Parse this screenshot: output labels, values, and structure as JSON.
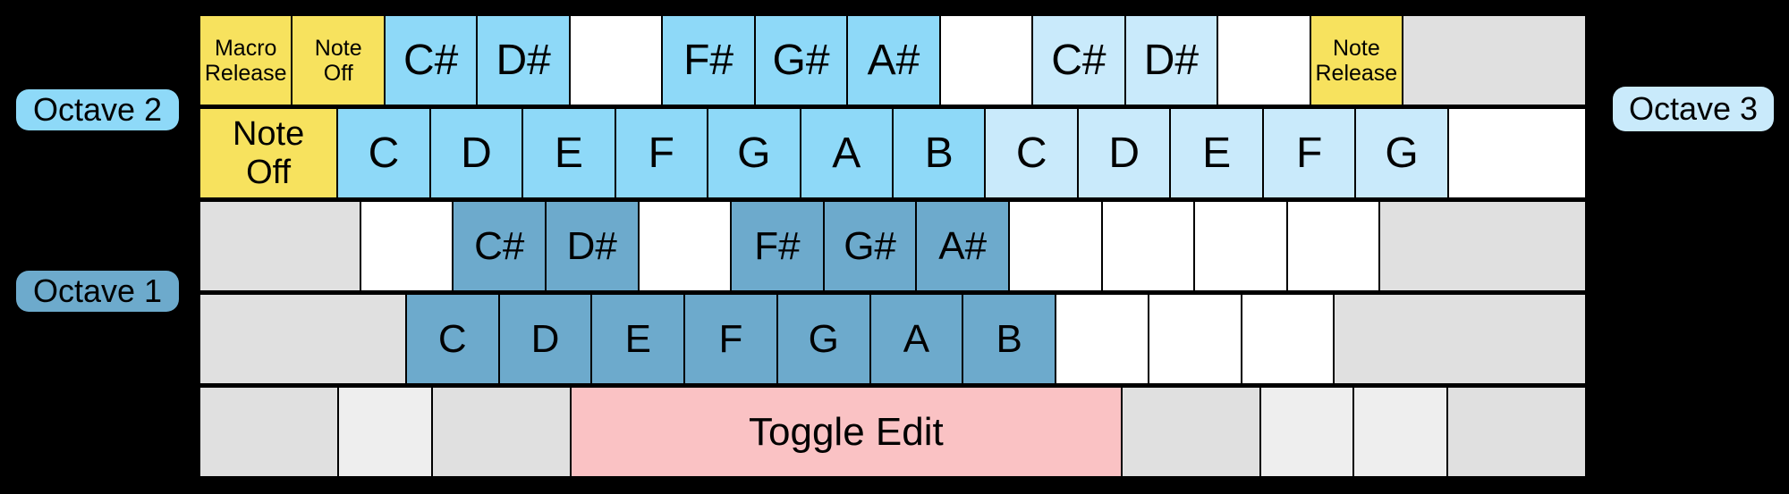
{
  "colors": {
    "bg": "#000000",
    "text": "#000000",
    "macro": "#F7E25E",
    "oct2": "#8ED9F8",
    "oct3": "#C9EAFB",
    "oct1": "#6DAACC",
    "blank": "#FFFFFF",
    "mod": "#E0E0E0",
    "mod2": "#EEEEEE",
    "edit": "#FAC2C4"
  },
  "octave_labels": {
    "octave2": "Octave 2",
    "octave1": "Octave 1",
    "octave3": "Octave 3"
  },
  "keyboard": {
    "rows": [
      {
        "name": "row-number",
        "keys": [
          {
            "label": "Macro\nRelease",
            "type": "macro",
            "w": 1,
            "fs": "xs",
            "name": "key-macro-release"
          },
          {
            "label": "Note\nOff",
            "type": "macro",
            "w": 1,
            "fs": "xs",
            "name": "key-note-off"
          },
          {
            "label": "C#",
            "type": "oct2",
            "w": 1,
            "name": "key-c-sharp-oct2"
          },
          {
            "label": "D#",
            "type": "oct2",
            "w": 1,
            "name": "key-d-sharp-oct2"
          },
          {
            "label": "",
            "type": "blank",
            "w": 1,
            "name": "key-unmapped"
          },
          {
            "label": "F#",
            "type": "oct2",
            "w": 1,
            "name": "key-f-sharp-oct2"
          },
          {
            "label": "G#",
            "type": "oct2",
            "w": 1,
            "name": "key-g-sharp-oct2"
          },
          {
            "label": "A#",
            "type": "oct2",
            "w": 1,
            "name": "key-a-sharp-oct2"
          },
          {
            "label": "",
            "type": "blank",
            "w": 1,
            "name": "key-unmapped"
          },
          {
            "label": "C#",
            "type": "oct3",
            "w": 1,
            "name": "key-c-sharp-oct3"
          },
          {
            "label": "D#",
            "type": "oct3",
            "w": 1,
            "name": "key-d-sharp-oct3"
          },
          {
            "label": "",
            "type": "blank",
            "w": 1,
            "name": "key-unmapped"
          },
          {
            "label": "Note\nRelease",
            "type": "macro",
            "w": 1,
            "fs": "xs",
            "name": "key-note-release"
          },
          {
            "label": "",
            "type": "mod",
            "w": 2,
            "name": "key-modifier"
          }
        ]
      },
      {
        "name": "row-top",
        "keys": [
          {
            "label": "Note\nOff",
            "type": "macro",
            "w": 1.5,
            "fs": "md",
            "name": "key-note-off"
          },
          {
            "label": "C",
            "type": "oct2",
            "w": 1,
            "name": "key-c-oct2"
          },
          {
            "label": "D",
            "type": "oct2",
            "w": 1,
            "name": "key-d-oct2"
          },
          {
            "label": "E",
            "type": "oct2",
            "w": 1,
            "name": "key-e-oct2"
          },
          {
            "label": "F",
            "type": "oct2",
            "w": 1,
            "name": "key-f-oct2"
          },
          {
            "label": "G",
            "type": "oct2",
            "w": 1,
            "name": "key-g-oct2"
          },
          {
            "label": "A",
            "type": "oct2",
            "w": 1,
            "name": "key-a-oct2"
          },
          {
            "label": "B",
            "type": "oct2",
            "w": 1,
            "name": "key-b-oct2"
          },
          {
            "label": "C",
            "type": "oct3",
            "w": 1,
            "name": "key-c-oct3"
          },
          {
            "label": "D",
            "type": "oct3",
            "w": 1,
            "name": "key-d-oct3"
          },
          {
            "label": "E",
            "type": "oct3",
            "w": 1,
            "name": "key-e-oct3"
          },
          {
            "label": "F",
            "type": "oct3",
            "w": 1,
            "name": "key-f-oct3"
          },
          {
            "label": "G",
            "type": "oct3",
            "w": 1,
            "name": "key-g-oct3"
          },
          {
            "label": "",
            "type": "blank",
            "w": 1.5,
            "name": "key-unmapped"
          }
        ]
      },
      {
        "name": "row-home",
        "keys": [
          {
            "label": "",
            "type": "mod",
            "w": 1.75,
            "name": "key-modifier"
          },
          {
            "label": "",
            "type": "blank",
            "w": 1,
            "name": "key-unmapped"
          },
          {
            "label": "C#",
            "type": "oct1",
            "w": 1,
            "fs": "note2",
            "name": "key-c-sharp-oct1"
          },
          {
            "label": "D#",
            "type": "oct1",
            "w": 1,
            "fs": "note2",
            "name": "key-d-sharp-oct1"
          },
          {
            "label": "",
            "type": "blank",
            "w": 1,
            "name": "key-unmapped"
          },
          {
            "label": "F#",
            "type": "oct1",
            "w": 1,
            "fs": "note2",
            "name": "key-f-sharp-oct1"
          },
          {
            "label": "G#",
            "type": "oct1",
            "w": 1,
            "fs": "note2",
            "name": "key-g-sharp-oct1"
          },
          {
            "label": "A#",
            "type": "oct1",
            "w": 1,
            "fs": "note2",
            "name": "key-a-sharp-oct1"
          },
          {
            "label": "",
            "type": "blank",
            "w": 1,
            "name": "key-unmapped"
          },
          {
            "label": "",
            "type": "blank",
            "w": 1,
            "name": "key-unmapped"
          },
          {
            "label": "",
            "type": "blank",
            "w": 1,
            "name": "key-unmapped"
          },
          {
            "label": "",
            "type": "blank",
            "w": 1,
            "name": "key-unmapped"
          },
          {
            "label": "",
            "type": "mod",
            "w": 2.25,
            "name": "key-modifier"
          }
        ]
      },
      {
        "name": "row-bottom",
        "keys": [
          {
            "label": "",
            "type": "mod",
            "w": 2.25,
            "name": "key-modifier"
          },
          {
            "label": "C",
            "type": "oct1",
            "w": 1,
            "fs": "note2",
            "name": "key-c-oct1"
          },
          {
            "label": "D",
            "type": "oct1",
            "w": 1,
            "fs": "note2",
            "name": "key-d-oct1"
          },
          {
            "label": "E",
            "type": "oct1",
            "w": 1,
            "fs": "note2",
            "name": "key-e-oct1"
          },
          {
            "label": "F",
            "type": "oct1",
            "w": 1,
            "fs": "note2",
            "name": "key-f-oct1"
          },
          {
            "label": "G",
            "type": "oct1",
            "w": 1,
            "fs": "note2",
            "name": "key-g-oct1"
          },
          {
            "label": "A",
            "type": "oct1",
            "w": 1,
            "fs": "note2",
            "name": "key-a-oct1"
          },
          {
            "label": "B",
            "type": "oct1",
            "w": 1,
            "fs": "note2",
            "name": "key-b-oct1"
          },
          {
            "label": "",
            "type": "blank",
            "w": 1,
            "name": "key-unmapped"
          },
          {
            "label": "",
            "type": "blank",
            "w": 1,
            "name": "key-unmapped"
          },
          {
            "label": "",
            "type": "blank",
            "w": 1,
            "name": "key-unmapped"
          },
          {
            "label": "",
            "type": "mod",
            "w": 2.75,
            "name": "key-modifier"
          }
        ]
      },
      {
        "name": "row-space",
        "keys": [
          {
            "label": "",
            "type": "mod",
            "w": 1.5,
            "name": "key-modifier"
          },
          {
            "label": "",
            "type": "mod2",
            "w": 1,
            "name": "key-modifier"
          },
          {
            "label": "",
            "type": "mod",
            "w": 1.5,
            "name": "key-modifier"
          },
          {
            "label": "Toggle Edit",
            "type": "edit",
            "w": 6,
            "fs": "edit",
            "name": "key-toggle-edit"
          },
          {
            "label": "",
            "type": "mod",
            "w": 1.5,
            "name": "key-modifier"
          },
          {
            "label": "",
            "type": "mod2",
            "w": 1,
            "name": "key-modifier"
          },
          {
            "label": "",
            "type": "mod2",
            "w": 1,
            "name": "key-modifier"
          },
          {
            "label": "",
            "type": "mod",
            "w": 1.5,
            "name": "key-modifier"
          }
        ]
      }
    ]
  }
}
